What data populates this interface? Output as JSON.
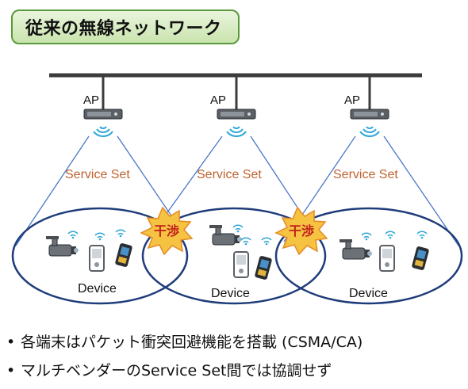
{
  "title": "従来の無線ネットワーク",
  "ap_label": "AP",
  "service_set_label": "Service Set",
  "device_label": "Device",
  "interference_label": "干渉",
  "bullets": [
    "各端末はパケット衝突回避機能を搭載 (CSMA/CA)",
    "マルチベンダーのService Set間では協調せず"
  ],
  "colors": {
    "title_border": "#5a9a3c",
    "title_fill": "#d4eabb",
    "backbone": "#3c3c3c",
    "cell_border": "#1f3c7a",
    "coverage_line": "#4a78c8",
    "service_set_text": "#c0622e",
    "burst_fill": "#f5c242",
    "burst_text": "#c2211c",
    "wifi": "#2ea7d8"
  }
}
